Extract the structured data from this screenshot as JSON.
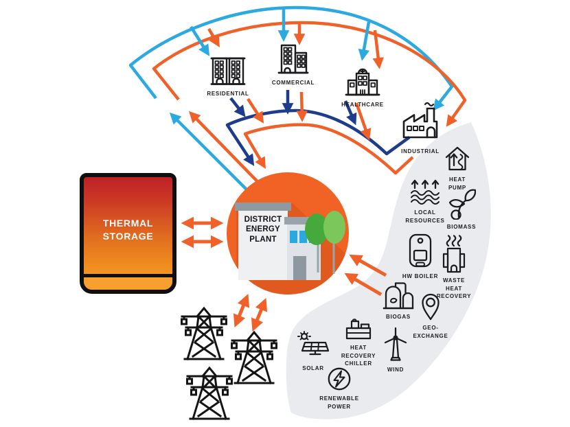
{
  "diagram": {
    "plant": {
      "label": "DISTRICT ENERGY PLANT"
    },
    "thermal_storage": {
      "label": "THERMAL STORAGE"
    },
    "consumers": [
      {
        "id": "residential",
        "label": "RESIDENTIAL"
      },
      {
        "id": "commercial",
        "label": "COMMERCIAL"
      },
      {
        "id": "healthcare",
        "label": "HEALTHCARE"
      },
      {
        "id": "industrial",
        "label": "INDUSTRIAL"
      }
    ],
    "sources": [
      {
        "id": "heat-pump",
        "label": "HEAT PUMP"
      },
      {
        "id": "local-resources",
        "label": "LOCAL RESOURCES"
      },
      {
        "id": "biomass",
        "label": "BIOMASS"
      },
      {
        "id": "hw-boiler",
        "label": "HW BOILER"
      },
      {
        "id": "waste-heat-recovery",
        "label": "WASTE HEAT RECOVERY"
      },
      {
        "id": "biogas",
        "label": "BIOGAS"
      },
      {
        "id": "geo-exchange",
        "label": "GEO-EXCHANGE"
      },
      {
        "id": "heat-recovery-chiller",
        "label": "HEAT RECOVERY CHILLER"
      },
      {
        "id": "wind",
        "label": "WIND"
      },
      {
        "id": "solar",
        "label": "SOLAR"
      },
      {
        "id": "renewable-power",
        "label": "RENEWABLE POWER"
      }
    ],
    "colors": {
      "supply_cool": "#2ba9e0",
      "supply_hot": "#f0612a",
      "return_line": "#1e3c8c",
      "plant_circle": "#f06325",
      "source_band": "#e9ebee",
      "storage_top": "#be2127",
      "storage_bottom": "#f7a02c"
    }
  }
}
